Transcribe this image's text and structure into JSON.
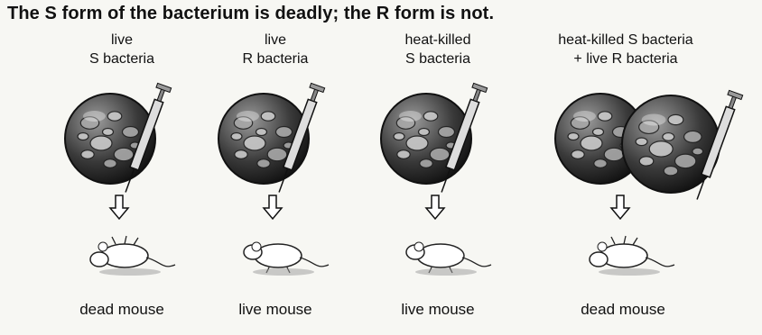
{
  "title": "The S form of the bacterium is deadly; the R form is not.",
  "panels": [
    {
      "label_line1": "live",
      "label_line2": "S bacteria",
      "outcome": "dead mouse",
      "mouse_state": "dead"
    },
    {
      "label_line1": "live",
      "label_line2": "R bacteria",
      "outcome": "live mouse",
      "mouse_state": "alive"
    },
    {
      "label_line1": "heat-killed",
      "label_line2": "S bacteria",
      "outcome": "live mouse",
      "mouse_state": "alive"
    },
    {
      "label_line1": "heat-killed S bacteria",
      "label_line2": "+ live R bacteria",
      "outcome": "dead mouse",
      "mouse_state": "dead"
    }
  ],
  "icons": {
    "sphere": "bacteria-sphere-icon",
    "syringe": "syringe-icon",
    "arrow": "down-arrow-icon",
    "mouse": "mouse-icon"
  }
}
